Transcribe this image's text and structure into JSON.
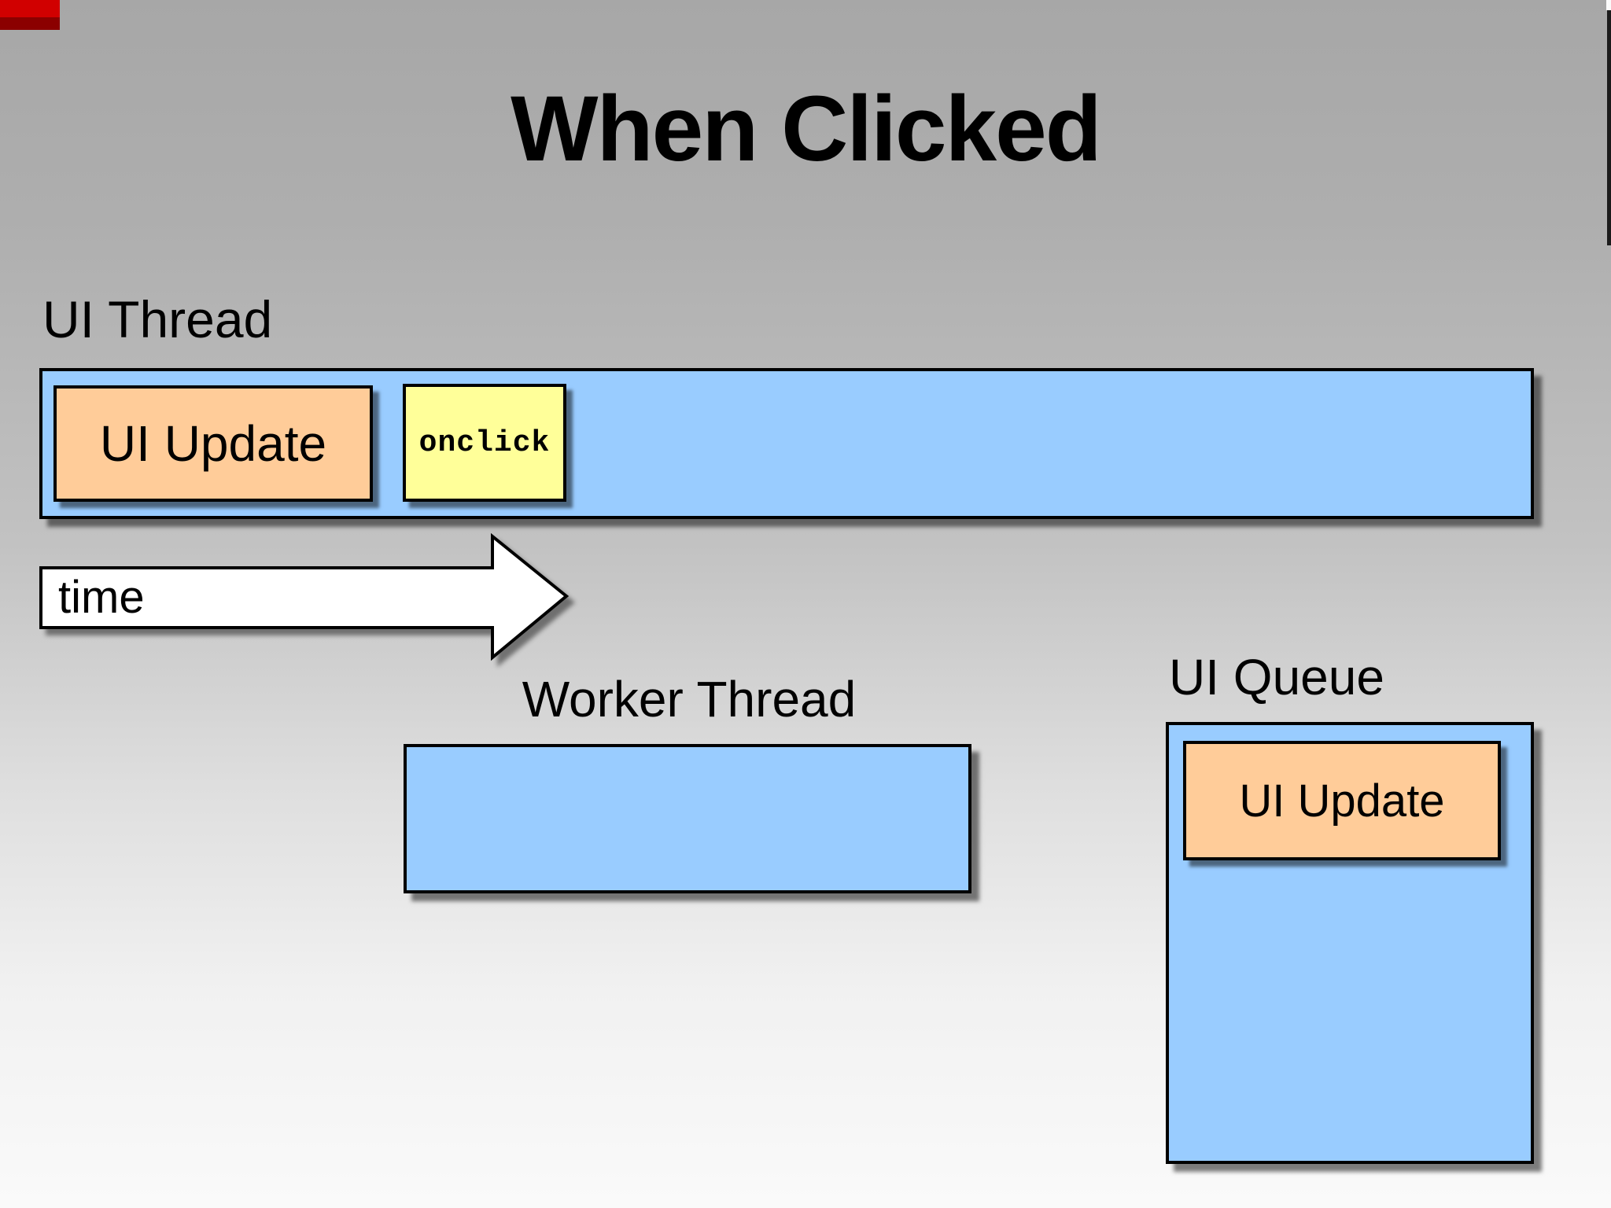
{
  "slide": {
    "title": "When Clicked",
    "labels": {
      "ui_thread": "UI Thread",
      "worker_thread": "Worker Thread",
      "ui_queue": "UI Queue",
      "time": "time"
    },
    "boxes": {
      "ui_update_1": "UI Update",
      "onclick": "onclick",
      "ui_update_queue": "UI Update"
    },
    "colors": {
      "thread_fill": "#99ccff",
      "task_fill": "#ffcc99",
      "event_fill": "#ffff99",
      "arrow_fill": "#ffffff",
      "border": "#000000",
      "bg_top": "#a7a7a7",
      "bg_bottom": "#fafafa",
      "artifact_red_bright": "#d10000",
      "artifact_red_dark": "#8b0000"
    }
  }
}
